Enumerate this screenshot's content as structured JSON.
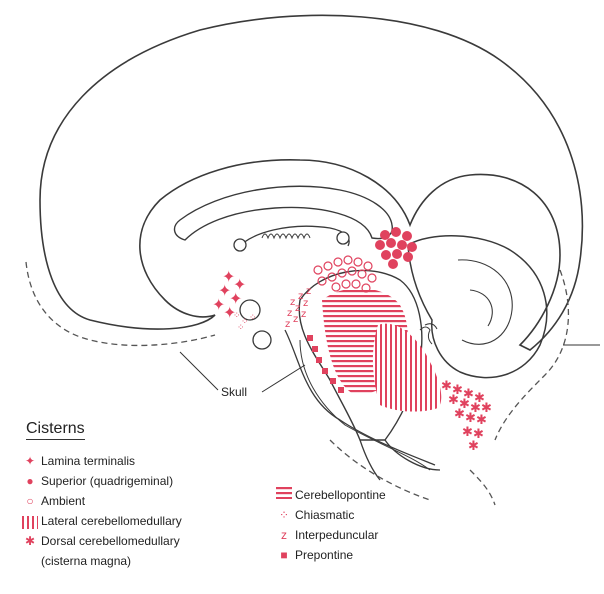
{
  "labels": {
    "skull": "Skull"
  },
  "legend": {
    "title": "Cisterns",
    "left_items": [
      {
        "icon": "four-point-star-icon",
        "label": "Lamina terminalis"
      },
      {
        "icon": "filled-dot-icon",
        "label": "Superior (quadrigeminal)"
      },
      {
        "icon": "open-circle-icon",
        "label": "Ambient"
      },
      {
        "icon": "vertical-stripes-icon",
        "label": "Lateral cerebellomedullary"
      },
      {
        "icon": "asterisk-icon",
        "label": "Dorsal cerebellomedullary",
        "sublabel": "(cisterna magna)"
      }
    ],
    "right_items": [
      {
        "icon": "horizontal-stripes-icon",
        "label": "Cerebellopontine"
      },
      {
        "icon": "dotted-ring-icon",
        "label": "Chiasmatic"
      },
      {
        "icon": "z-mark-icon",
        "label": "Interpeduncular"
      },
      {
        "icon": "filled-square-icon",
        "label": "Prepontine"
      }
    ]
  },
  "colors": {
    "accent": "#e0425e",
    "outline": "#3a3a3a"
  }
}
